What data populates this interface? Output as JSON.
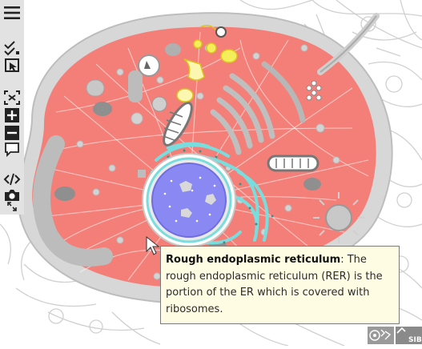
{
  "toolbar": {
    "buttons": [
      {
        "id": "menu",
        "icon": "hamburger-menu-icon"
      },
      {
        "id": "select",
        "icon": "double-check-icon"
      },
      {
        "id": "highlight",
        "icon": "highlight-cursor-icon"
      },
      {
        "id": "fit",
        "icon": "fit-to-view-icon"
      },
      {
        "id": "zoom-in",
        "icon": "plus-icon"
      },
      {
        "id": "zoom-out",
        "icon": "minus-icon"
      },
      {
        "id": "comment",
        "icon": "speech-bubble-icon"
      },
      {
        "id": "embed",
        "icon": "code-icon"
      },
      {
        "id": "snapshot",
        "icon": "camera-icon"
      },
      {
        "id": "fullscreen",
        "icon": "expand-icon"
      }
    ]
  },
  "tooltip": {
    "title": "Rough endoplasmic reticulum",
    "text": ": The rough endoplasmic reticulum (RER) is the portion of the ER which is covered with ribosomes."
  },
  "credits": {
    "logo_text": "SIB"
  },
  "colors": {
    "cytoplasm": "#f47f78",
    "membrane": "#d7d7d7",
    "nucleus": "#8a88f3",
    "rer": "#79dddd",
    "golgi": "#f3ee5a",
    "organelle_gray": "#8f8f8f"
  }
}
